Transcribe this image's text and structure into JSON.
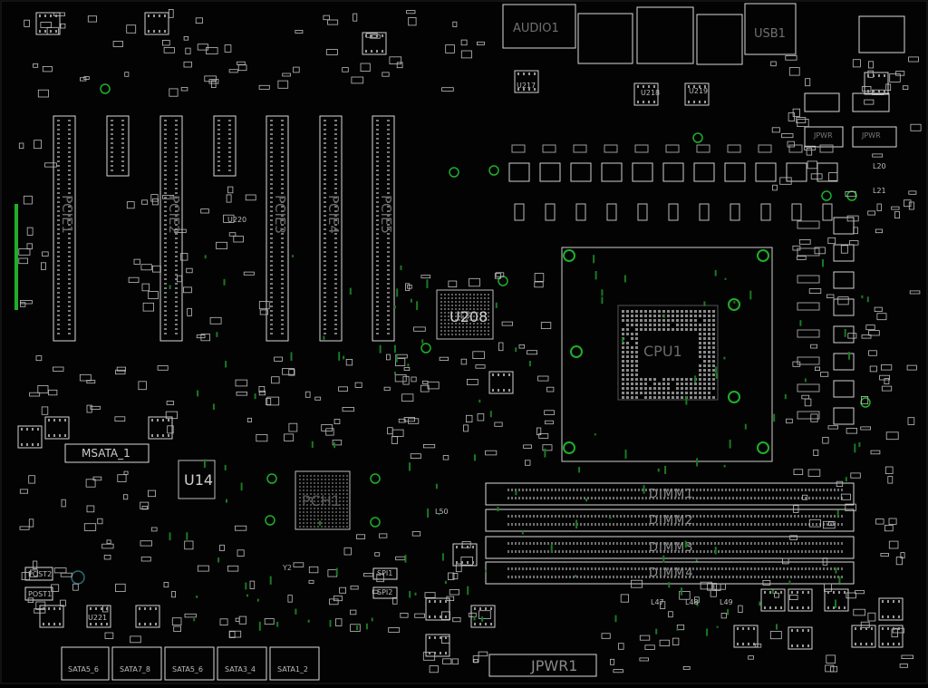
{
  "board": {
    "chips": [
      {
        "id": "u208",
        "label": "U208"
      },
      {
        "id": "pch",
        "label": "PCH1"
      },
      {
        "id": "u14",
        "label": "U14"
      },
      {
        "id": "cpu",
        "label": "CPU1"
      }
    ],
    "connectors": {
      "msata": "MSATA_1",
      "audio": "AUDIO1",
      "usb": "USB1",
      "jpwr1": "JPWR1",
      "jpwr_tr1": "JPWR",
      "jpwr_tr2": "JPWR"
    },
    "sata": [
      "SATA5_6",
      "SATA7_8",
      "SATA5_6",
      "SATA3_4",
      "SATA1_2"
    ],
    "dimms": [
      "DIMM1",
      "DIMM2",
      "DIMM3",
      "DIMM4"
    ],
    "pci_slots": [
      "PCIE1",
      "PCIE2",
      "PCIE3",
      "PCIE4",
      "PCIE5"
    ],
    "misc": {
      "post2": "POST2",
      "post1": "POST1",
      "spi1": "SPI1",
      "spi2": "SPI2",
      "y2": "Y2",
      "l20": "L20",
      "l21": "L21",
      "l47": "L47",
      "l48": "L48",
      "l49": "L49",
      "l50": "L50",
      "u217": "U217",
      "u218": "U218",
      "u219": "U219",
      "u220": "U220",
      "u221": "U221"
    },
    "colors": {
      "background": "#030303",
      "outline": "#d8d8d8",
      "pad": "#9a9a9a",
      "via_green": "#1fae2a",
      "label": "#8f8f8f"
    }
  }
}
